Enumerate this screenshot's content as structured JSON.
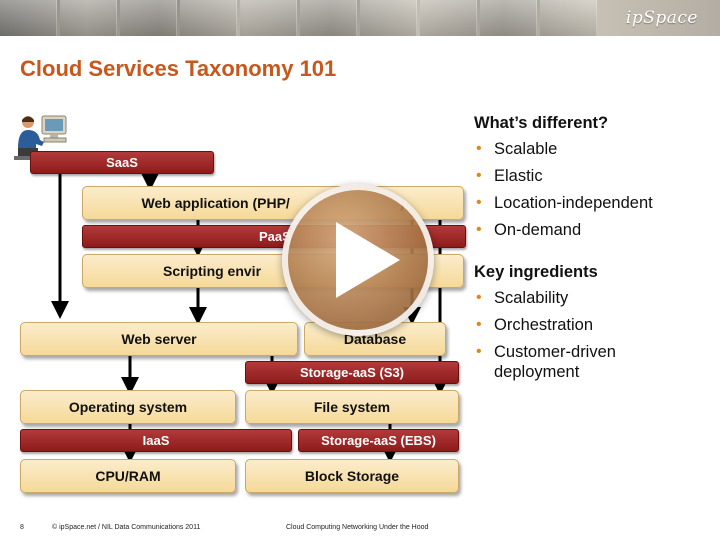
{
  "header": {
    "logo_text": "ipSpace"
  },
  "slide": {
    "title": "Cloud Services Taxonomy 101"
  },
  "diagram": {
    "saas": "SaaS",
    "web_application": "Web application (PHP/",
    "web_application_suffix": ")",
    "paas": "PaaS",
    "scripting": "Scripting envir",
    "web_server": "Web server",
    "database": "Database",
    "storage_s3": "Storage-aaS (S3)",
    "operating_system": "Operating system",
    "file_system": "File system",
    "iaas": "IaaS",
    "storage_ebs": "Storage-aaS (EBS)",
    "cpu_ram": "CPU/RAM",
    "block_storage": "Block Storage"
  },
  "sidebar": {
    "heading1": "What’s different?",
    "list1": [
      "Scalable",
      "Elastic",
      "Location-independent",
      "On-demand"
    ],
    "heading2": "Key ingredients",
    "list2": [
      "Scalability",
      "Orchestration",
      "Customer-driven deployment"
    ]
  },
  "footer": {
    "page_number": "8",
    "copyright": "© ipSpace.net / NIL Data Communications 2011",
    "course": "Cloud Computing Networking Under the Hood"
  },
  "colors": {
    "title": "#c8571b",
    "bar": "#8e1b1b",
    "box": "#f5d998",
    "bullet": "#e0861f"
  }
}
